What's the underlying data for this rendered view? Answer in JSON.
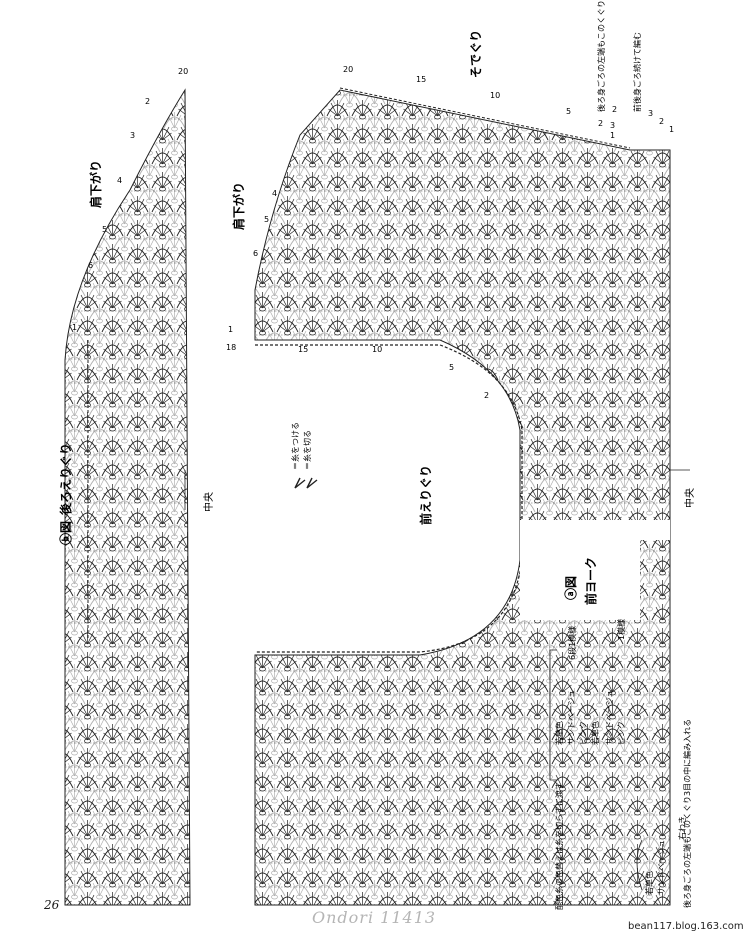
{
  "diagram": {
    "back_neckline": {
      "figure_label": "ⓑ図",
      "title": "後ろえりぐり",
      "center_label": "中央",
      "shoulder_label": "肩下がり",
      "row_numbers": [
        "1",
        "2",
        "3",
        "4",
        "5",
        "6",
        "20"
      ]
    },
    "front_yoke": {
      "figure_label": "ⓐ図",
      "title": "前ヨーク",
      "front_neckline_label": "前えりぐり",
      "shoulder_label": "肩下がり",
      "armhole_label": "そでぐり",
      "center_label": "中央",
      "row_numbers_left": [
        "1",
        "18",
        "15",
        "10",
        "5",
        "2"
      ],
      "row_numbers_shoulder": [
        "4",
        "5",
        "6"
      ],
      "row_numbers_top": [
        "20",
        "15",
        "10",
        "5",
        "2",
        "1"
      ],
      "row_numbers_right": [
        "3",
        "2",
        "1",
        "3",
        "2"
      ]
    },
    "legend": {
      "attach_yarn": "＝糸をつける",
      "cut_yarn": "＝糸を切る"
    },
    "color_key": {
      "rows": [
        "若草色",
        "サンドベージュ",
        "ピンク",
        "若草色",
        "サンドベージュ",
        "ピンク"
      ],
      "repeat_note": "6段1模様",
      "rows_pattern": "1模様",
      "left_note": "配色糸の色替えは糸を切らずに渡す"
    },
    "side_key": {
      "items": [
        "若草色",
        "サンドベージュ"
      ],
      "side_label": "右わき"
    },
    "notes": {
      "right_top": "後ろ身ごろの左端もこのくぐり3目の中に編み入れる",
      "right_top_b": "前後身ごろ続けて編む",
      "bottom": "後ろ身ごろの左端もこのくぐり3目の中に編み入れる"
    },
    "page_number": "26",
    "watermark": "Ondori 11413",
    "blog_credit": "bean117.blog.163.com"
  }
}
